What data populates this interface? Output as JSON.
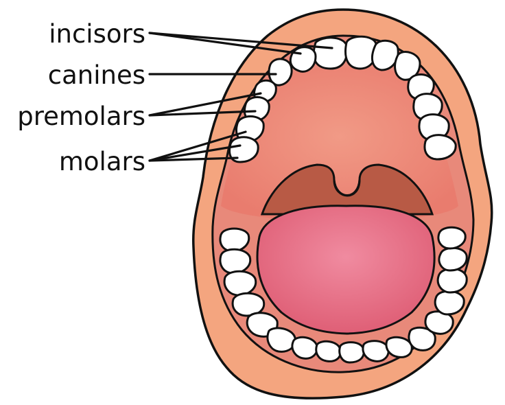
{
  "labels": {
    "incisors": "incisors",
    "canines": "canines",
    "premolars": "premolars",
    "molars": "molars"
  },
  "colors": {
    "lip": "#f4a57f",
    "gum": "#e8897a",
    "palate": "#ef8a7a",
    "throat": "#b85a45",
    "tongue": "#e96c80",
    "tooth": "#ffffff",
    "outline": "#111111"
  }
}
